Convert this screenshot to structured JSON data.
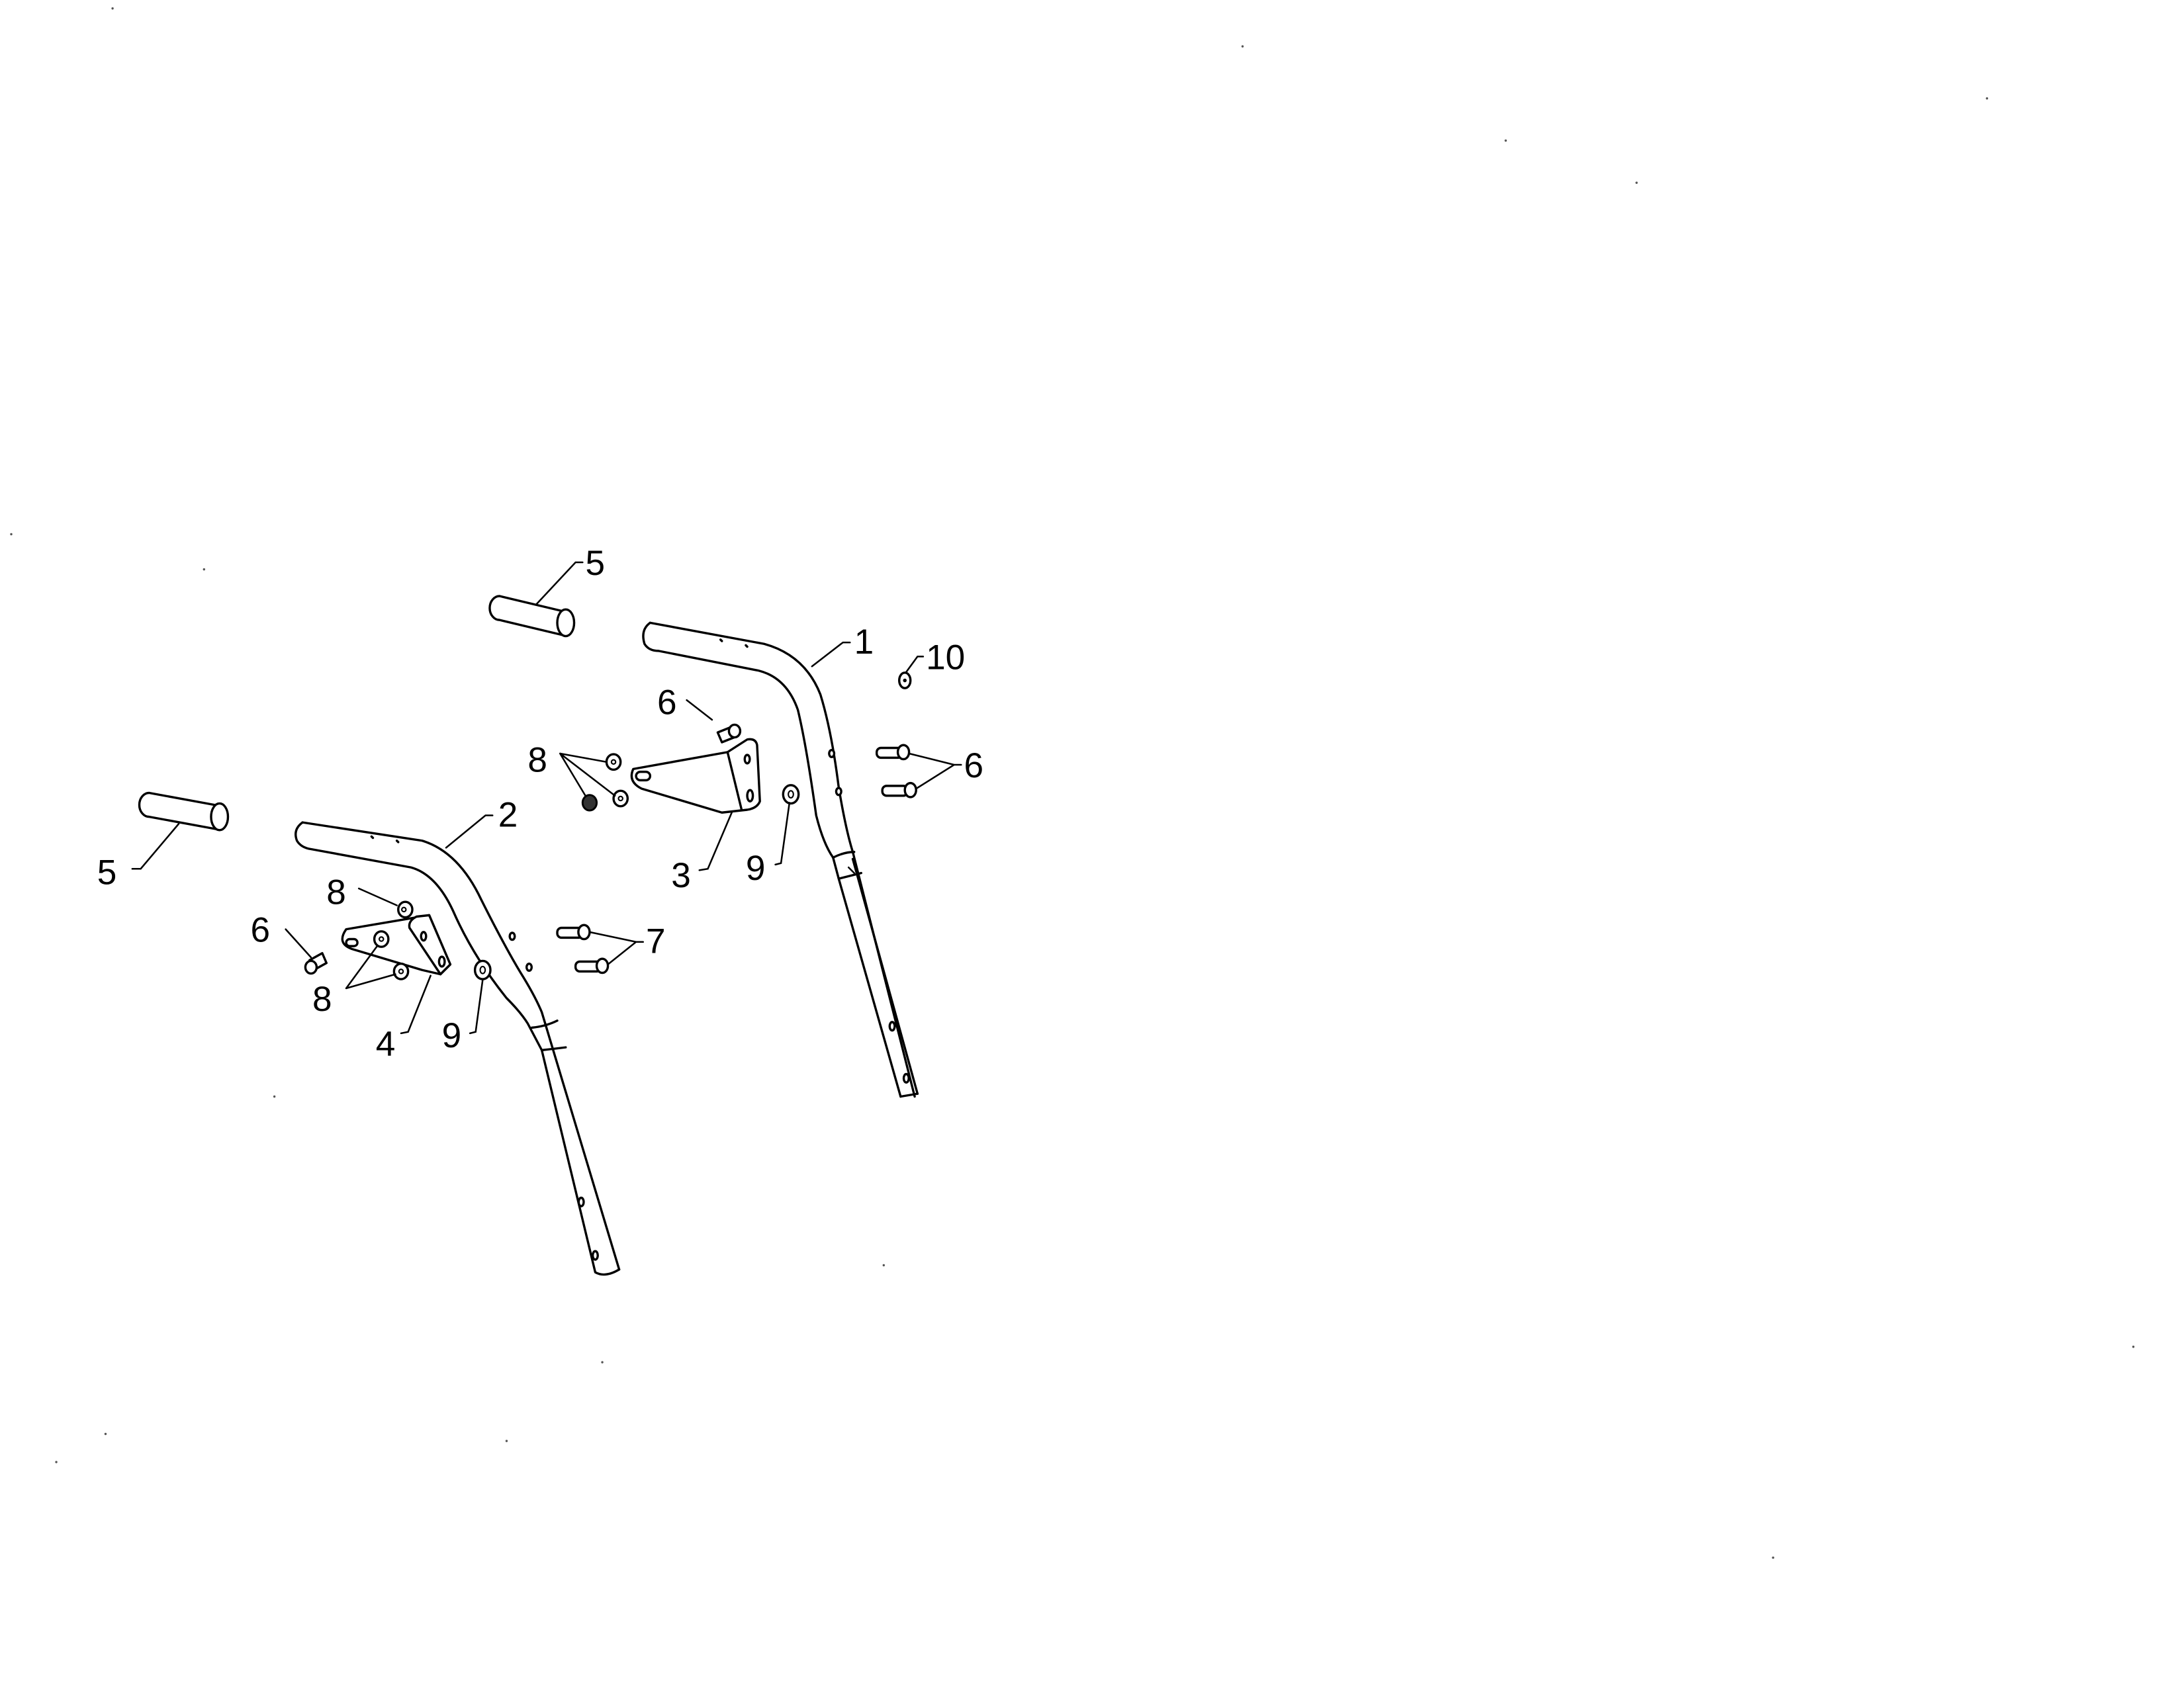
{
  "diagram": {
    "type": "exploded parts diagram",
    "subject": "handle assembly",
    "background": "#ffffff",
    "line_color": "#000000",
    "callouts": [
      {
        "id": "c1",
        "label": "1",
        "part": "right handle tube"
      },
      {
        "id": "c2",
        "label": "2",
        "part": "left handle tube"
      },
      {
        "id": "c3",
        "label": "3",
        "part": "right handle bracket"
      },
      {
        "id": "c4",
        "label": "4",
        "part": "left handle bracket"
      },
      {
        "id": "c5a",
        "label": "5",
        "part": "grip (upper)"
      },
      {
        "id": "c5b",
        "label": "5",
        "part": "grip (lower)"
      },
      {
        "id": "c6a",
        "label": "6",
        "part": "bolt (upper)"
      },
      {
        "id": "c6b",
        "label": "6",
        "part": "bolt (lower)"
      },
      {
        "id": "c7a",
        "label": "7",
        "part": "bolts pair (upper)"
      },
      {
        "id": "c7b",
        "label": "7",
        "part": "bolts pair (lower)"
      },
      {
        "id": "c8a",
        "label": "8",
        "part": "nuts/washers (upper)"
      },
      {
        "id": "c8b",
        "label": "8",
        "part": "nut (lower single)"
      },
      {
        "id": "c8c",
        "label": "8",
        "part": "washers (lower pair)"
      },
      {
        "id": "c9a",
        "label": "9",
        "part": "washer (upper)"
      },
      {
        "id": "c9b",
        "label": "9",
        "part": "washer (lower)"
      },
      {
        "id": "c10",
        "label": "10",
        "part": "washer"
      }
    ]
  }
}
